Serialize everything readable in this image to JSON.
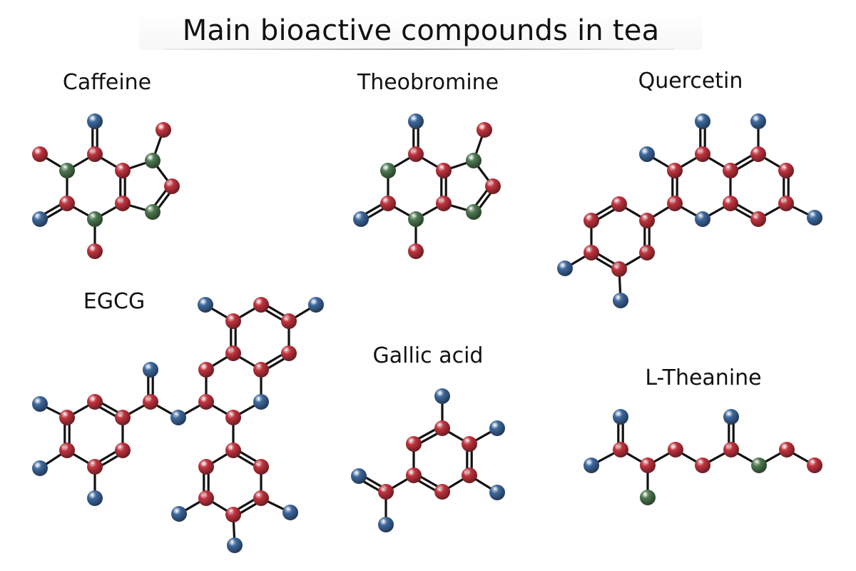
{
  "title": "Main bioactive compounds in tea",
  "colors": {
    "carbon_red": "#c4343f",
    "nitrogen_green": "#4e7a52",
    "oxygen_blue": "#3f6aa0",
    "bond": "#111111"
  },
  "compounds": {
    "caffeine": {
      "name": "Caffeine"
    },
    "theobromine": {
      "name": "Theobromine"
    },
    "quercetin": {
      "name": "Quercetin"
    },
    "egcg": {
      "name": "EGCG"
    },
    "gallic_acid": {
      "name": "Gallic acid"
    },
    "l_theanine": {
      "name": "L-Theanine"
    }
  }
}
